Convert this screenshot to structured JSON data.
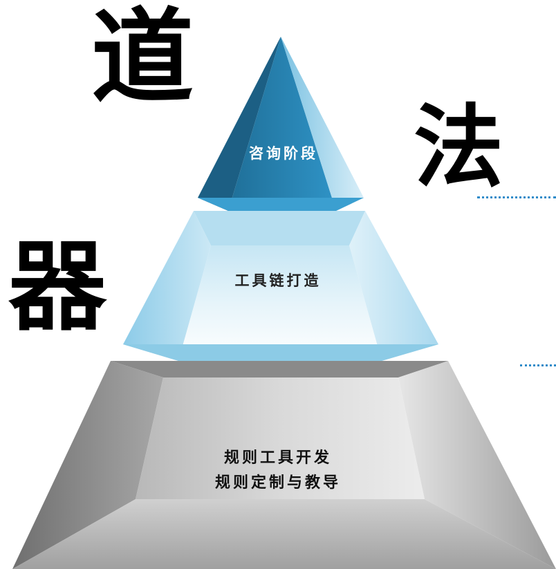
{
  "calligraphy": {
    "dao": "道",
    "fa": "法",
    "qi": "器"
  },
  "pyramid": {
    "top_label": "咨询阶段",
    "middle_label": "工具链打造",
    "bottom_line1": "规则工具开发",
    "bottom_line2": "规则定制与教导"
  },
  "colors": {
    "top_blue": "#2a8dc0",
    "middle_blue": "#9fd3ea",
    "bottom_gray": "#bdbdbd",
    "dotted_line": "#2e8bc9"
  }
}
